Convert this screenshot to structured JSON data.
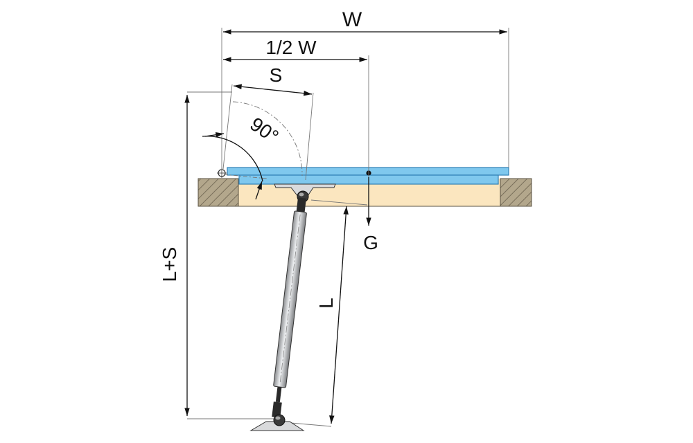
{
  "diagram": {
    "labels": {
      "width": "W",
      "half_width": "1/2 W",
      "stroke": "S",
      "angle": "90°",
      "gravity": "G",
      "length": "L",
      "total": "L+S"
    },
    "colors": {
      "panel": "#7fc8ee",
      "panel_edge": "#2f7fb5",
      "frame": "#b3a78c",
      "frame_hatch": "#6a604d",
      "recess": "#fbe6bf",
      "strut_light": "#e2e3e5",
      "strut_dark": "#8b8d90",
      "rod": "#2a2a2a",
      "dimension_line": "#111111",
      "thin_line": "#777777"
    }
  }
}
